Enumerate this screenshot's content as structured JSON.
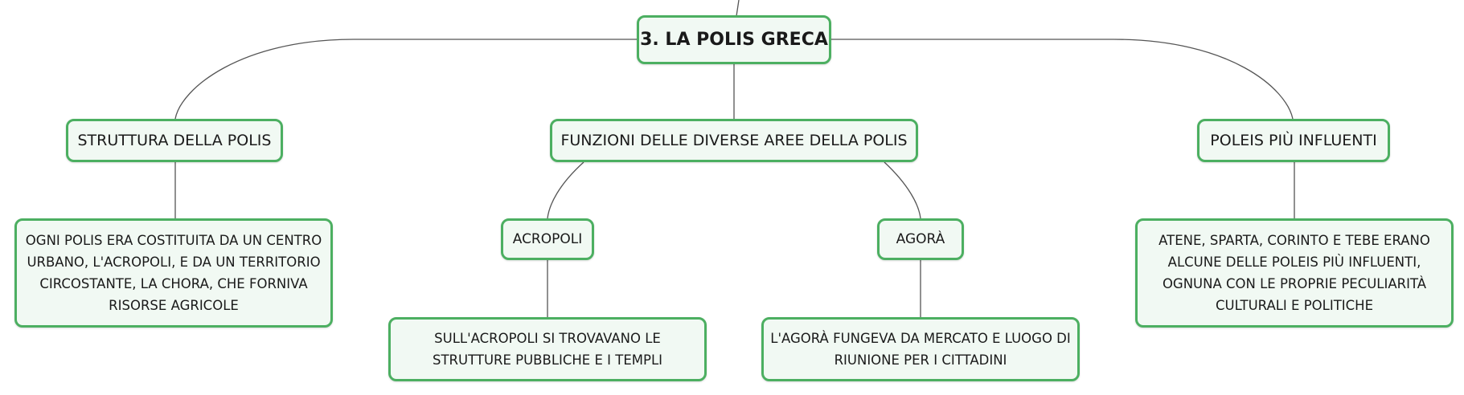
{
  "root": {
    "label": "3. LA POLIS GRECA"
  },
  "branches": [
    {
      "label": "STRUTTURA DELLA POLIS",
      "detail": "OGNI POLIS ERA COSTITUITA DA UN CENTRO URBANO, L'ACROPOLI, E DA UN TERRITORIO CIRCOSTANTE, LA CHORA, CHE FORNIVA RISORSE AGRICOLE"
    },
    {
      "label": "FUNZIONI DELLE DIVERSE AREE DELLA POLIS",
      "children": [
        {
          "label": "ACROPOLI",
          "detail": "SULL'ACROPOLI SI TROVAVANO LE STRUTTURE PUBBLICHE E I TEMPLI"
        },
        {
          "label": "AGORÀ",
          "detail": "L'AGORÀ FUNGEVA DA MERCATO E LUOGO DI RIUNIONE PER I CITTADINI"
        }
      ]
    },
    {
      "label": "POLEIS PIÙ INFLUENTI",
      "detail": "ATENE, SPARTA, CORINTO E TEBE ERANO ALCUNE DELLE POLEIS PIÙ INFLUENTI, OGNUNA CON LE PROPRIE PECULIARITÀ CULTURALI E POLITICHE"
    }
  ],
  "colors": {
    "node_border": "#4caf61",
    "node_fill": "#f1f9f3",
    "connector": "#555555",
    "text": "#1a1a1a"
  }
}
